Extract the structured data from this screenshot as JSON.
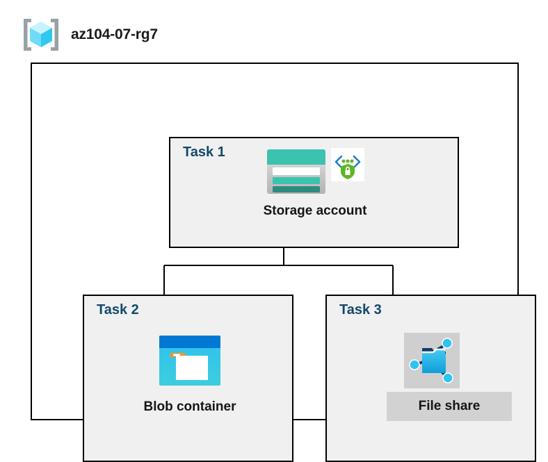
{
  "header": {
    "title": "az104-07-rg7",
    "icon": "resource-group-icon"
  },
  "diagram": {
    "type": "azure-architecture",
    "container_label": "az104-07-rg7",
    "tasks": [
      {
        "label": "Task 1",
        "node_caption": "Storage account",
        "icons": [
          "storage-account-icon",
          "secure-endpoint-shield-icon"
        ]
      },
      {
        "label": "Task 2",
        "node_caption": "Blob container",
        "icons": [
          "blob-container-icon"
        ]
      },
      {
        "label": "Task 3",
        "node_caption": "File share",
        "icons": [
          "file-share-icon"
        ]
      }
    ],
    "connections": [
      {
        "from": "Storage account",
        "to": "Blob container"
      },
      {
        "from": "Storage account",
        "to": "File share"
      }
    ]
  },
  "colors": {
    "task_label": "#12496b",
    "task_box_fill": "#f0f0f0",
    "border": "#000000",
    "storage_teal": "#3bc3b0",
    "storage_dark_teal": "#2e8b7f",
    "blob_blue": "#0078d4",
    "blob_cyan": "#32c8e8",
    "blob_orange": "#f7941e",
    "shield_green": "#5fb526",
    "bracket_blue": "#1b7fd4",
    "fileshare_cyan": "#31c3ef",
    "fileshare_navy": "#123a6b",
    "plate_gray": "#cfcfcf",
    "rg_cube_cyan": "#9fe8fb"
  }
}
